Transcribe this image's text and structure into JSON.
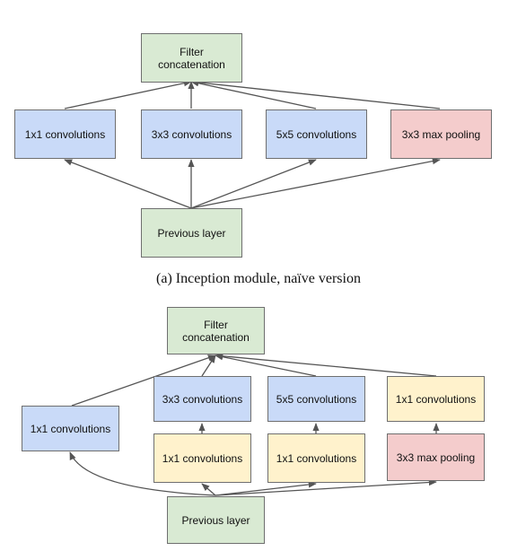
{
  "diagram_a": {
    "filter_concat": "Filter\nconcatenation",
    "conv1": "1x1 convolutions",
    "conv3": "3x3 convolutions",
    "conv5": "5x5 convolutions",
    "pool": "3x3 max pooling",
    "prev": "Previous layer",
    "caption": "(a)  Inception module, naïve version"
  },
  "diagram_b": {
    "filter_concat": "Filter\nconcatenation",
    "conv1_direct": "1x1 convolutions",
    "conv3": "3x3 convolutions",
    "conv5": "5x5 convolutions",
    "conv1_after_pool": "1x1 convolutions",
    "reduce3": "1x1 convolutions",
    "reduce5": "1x1 convolutions",
    "pool": "3x3 max pooling",
    "prev": "Previous layer"
  },
  "colors": {
    "concat_fill": "#d9ead3",
    "conv_fill": "#c9daf8",
    "pool_fill": "#f4cccc",
    "reduce_fill": "#fff2cc",
    "edge": "#555555"
  }
}
